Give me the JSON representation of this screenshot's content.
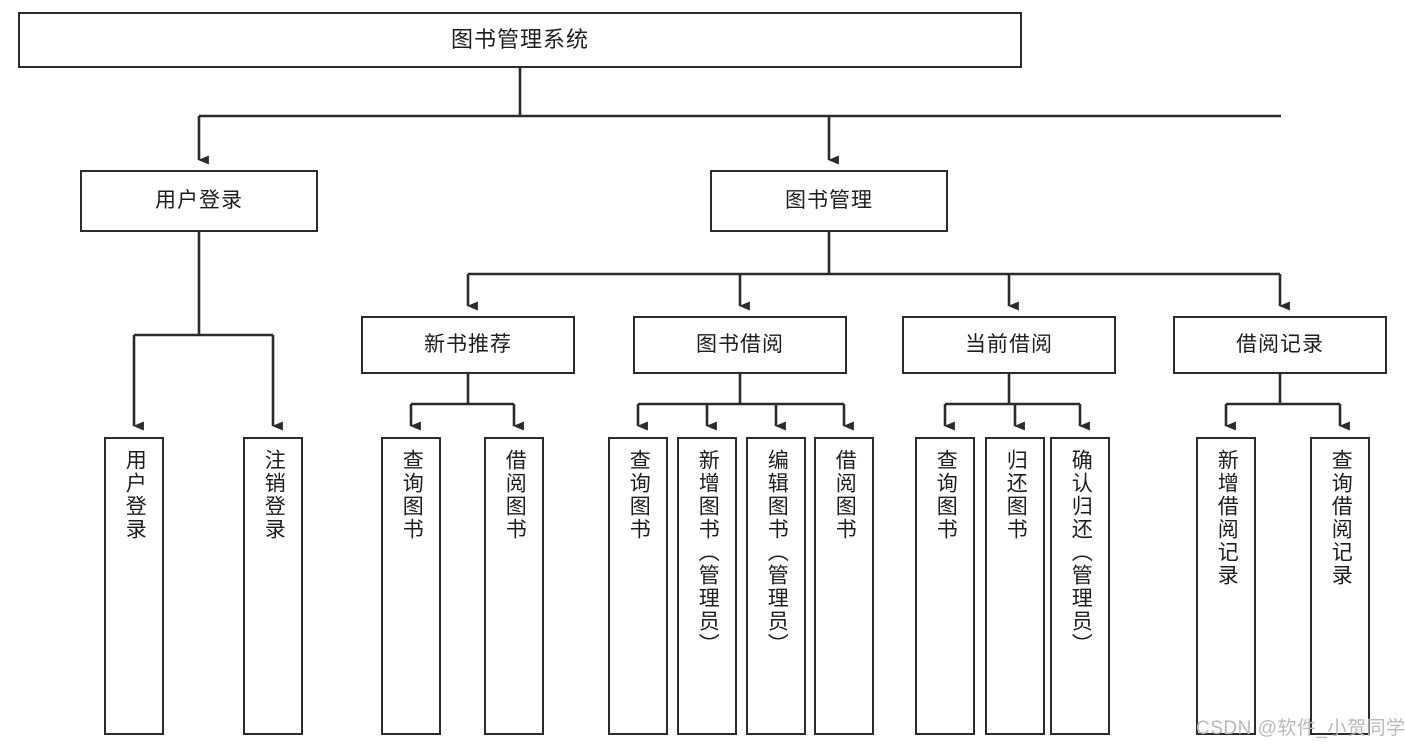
{
  "diagram": {
    "type": "tree-hierarchy-diagram",
    "title": "图书管理系统",
    "colors": {
      "box_border": "#2b2b2b",
      "box_fill": "#ffffff",
      "edge": "#2b2b2b",
      "text": "#1d1d1d",
      "watermark": "#b9b9b9",
      "background": "#ffffff"
    },
    "nodes": {
      "root": {
        "label": "图书管理系统",
        "orientation": "horizontal"
      },
      "level2": [
        {
          "id": "user-login",
          "label": "用户登录",
          "orientation": "horizontal"
        },
        {
          "id": "book-management",
          "label": "图书管理",
          "orientation": "horizontal"
        }
      ],
      "level3": [
        {
          "id": "new-book-recommend",
          "label": "新书推荐",
          "orientation": "horizontal"
        },
        {
          "id": "book-borrow",
          "label": "图书借阅",
          "orientation": "horizontal"
        },
        {
          "id": "current-borrow",
          "label": "当前借阅",
          "orientation": "horizontal"
        },
        {
          "id": "borrow-record",
          "label": "借阅记录",
          "orientation": "horizontal"
        }
      ],
      "leaves": {
        "user-login": [
          {
            "id": "leaf-user-login",
            "label": "用户登录"
          },
          {
            "id": "leaf-logout-login",
            "label": "注销登录"
          }
        ],
        "new-book-recommend": [
          {
            "id": "leaf-query-book-1",
            "label": "查询图书"
          },
          {
            "id": "leaf-borrow-book-1",
            "label": "借阅图书"
          }
        ],
        "book-borrow": [
          {
            "id": "leaf-query-book-2",
            "label": "查询图书"
          },
          {
            "id": "leaf-add-book",
            "label": "新增图书（管理员）"
          },
          {
            "id": "leaf-edit-book",
            "label": "编辑图书（管理员）"
          },
          {
            "id": "leaf-borrow-book-2",
            "label": "借阅图书"
          }
        ],
        "current-borrow": [
          {
            "id": "leaf-query-book-3",
            "label": "查询图书"
          },
          {
            "id": "leaf-return-book",
            "label": "归还图书"
          },
          {
            "id": "leaf-confirm-return",
            "label": "确认归还（管理员）"
          }
        ],
        "borrow-record": [
          {
            "id": "leaf-add-borrow-record",
            "label": "新增借阅记录"
          },
          {
            "id": "leaf-query-borrow-record",
            "label": "查询借阅记录"
          }
        ]
      }
    },
    "watermark": "CSDN @软件_小贺同学"
  }
}
